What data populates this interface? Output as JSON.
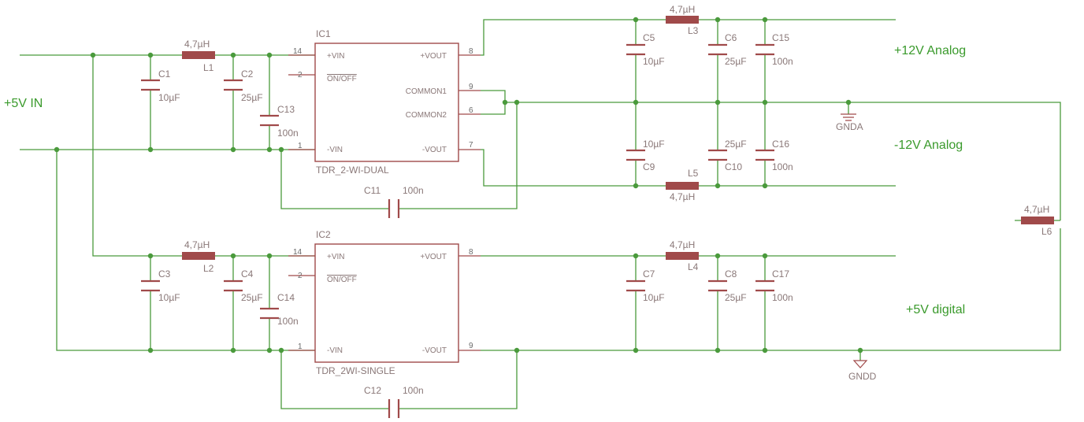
{
  "nets": {
    "in5v": "+5V IN",
    "p12v": "+12V Analog",
    "n12v": "-12V Analog",
    "d5v": "+5V digital",
    "gnda": "GNDA",
    "gndd": "GNDD"
  },
  "ics": {
    "ic1": {
      "ref": "IC1",
      "part": "TDR_2-WI-DUAL",
      "pins": {
        "vin_p": "+VIN",
        "onoff": "ON/OFF",
        "vin_n": "-VIN",
        "vout_p": "+VOUT",
        "common1": "COMMON1",
        "common2": "COMMON2",
        "vout_n": "-VOUT"
      },
      "nums": {
        "vin_p": "14",
        "onoff": "2",
        "vin_n": "1",
        "vout_p": "8",
        "common1": "9",
        "common2": "6",
        "vout_n": "7"
      }
    },
    "ic2": {
      "ref": "IC2",
      "part": "TDR_2WI-SINGLE",
      "pins": {
        "vin_p": "+VIN",
        "onoff": "ON/OFF",
        "vin_n": "-VIN",
        "vout_p": "+VOUT",
        "vout_n": "-VOUT"
      },
      "nums": {
        "vin_p": "14",
        "onoff": "2",
        "vin_n": "1",
        "vout_p": "8",
        "vout_n": "9"
      }
    }
  },
  "inductors": {
    "l1": {
      "ref": "L1",
      "value": "4,7µH"
    },
    "l2": {
      "ref": "L2",
      "value": "4,7µH"
    },
    "l3": {
      "ref": "L3",
      "value": "4,7µH"
    },
    "l4": {
      "ref": "L4",
      "value": "4,7µH"
    },
    "l5": {
      "ref": "L5",
      "value": "4,7µH"
    },
    "l6": {
      "ref": "L6",
      "value": "4,7µH"
    }
  },
  "capacitors": {
    "c1": {
      "ref": "C1",
      "value": "10µF"
    },
    "c2": {
      "ref": "C2",
      "value": "25µF"
    },
    "c13": {
      "ref": "C13",
      "value": "100n"
    },
    "c3": {
      "ref": "C3",
      "value": "10µF"
    },
    "c4": {
      "ref": "C4",
      "value": "25µF"
    },
    "c14": {
      "ref": "C14",
      "value": "100n"
    },
    "c5": {
      "ref": "C5",
      "value": "10µF"
    },
    "c6": {
      "ref": "C6",
      "value": "25µF"
    },
    "c15": {
      "ref": "C15",
      "value": "100n"
    },
    "c9": {
      "ref": "C9",
      "value": "10µF"
    },
    "c10": {
      "ref": "C10",
      "value": "25µF"
    },
    "c16": {
      "ref": "C16",
      "value": "100n"
    },
    "c7": {
      "ref": "C7",
      "value": "10µF"
    },
    "c8": {
      "ref": "C8",
      "value": "25µF"
    },
    "c17": {
      "ref": "C17",
      "value": "100n"
    },
    "c11": {
      "ref": "C11",
      "value": "100n"
    },
    "c12": {
      "ref": "C12",
      "value": "100n"
    }
  }
}
